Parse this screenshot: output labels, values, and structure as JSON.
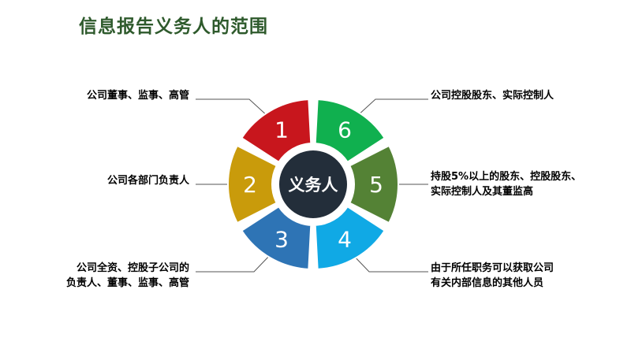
{
  "title": "信息报告义务人的范围",
  "center": {
    "label": "义务人",
    "color": "#232e3a"
  },
  "segments": [
    {
      "num": "1",
      "color": "#c8161d"
    },
    {
      "num": "2",
      "color": "#c99b0b"
    },
    {
      "num": "3",
      "color": "#2e74b5"
    },
    {
      "num": "4",
      "color": "#10a9e5"
    },
    {
      "num": "5",
      "color": "#548235"
    },
    {
      "num": "6",
      "color": "#10b04f"
    }
  ],
  "labels": {
    "l1": [
      "公司董事、监事、高管"
    ],
    "l2": [
      "公司各部门负责人"
    ],
    "l3": [
      "公司全资、控股子公司的",
      "负责人、董事、监事、高管"
    ],
    "r6": [
      "公司控股股东、实际控制人"
    ],
    "r5": [
      "持股5%以上的股东、控股股东、",
      "实际控制人及其董监高"
    ],
    "r4": [
      "由于所任职务可以获取公司",
      "有关内部信息的其他人员"
    ]
  }
}
